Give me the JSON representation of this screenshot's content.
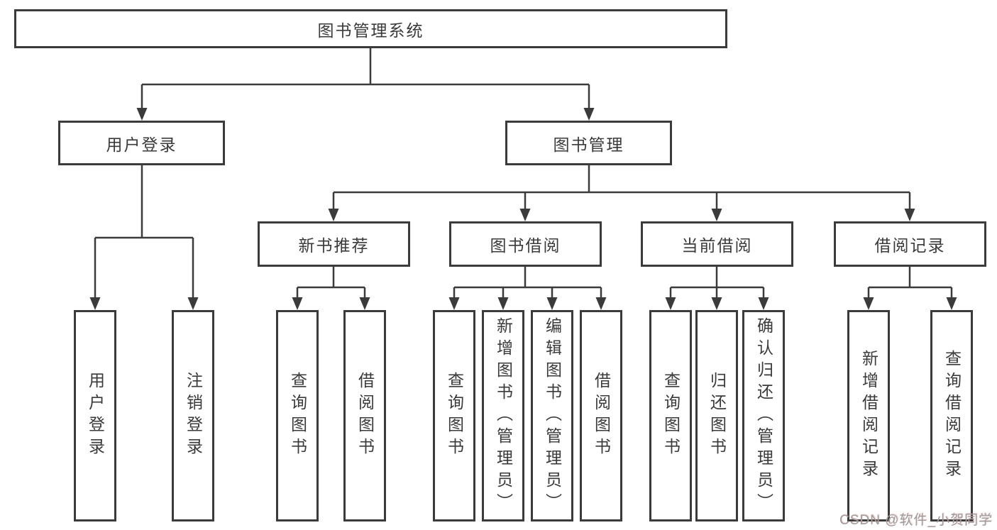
{
  "diagram": {
    "title": "图书管理系统",
    "root": {
      "label": "图书管理系统"
    },
    "level2": [
      {
        "label": "用户登录"
      },
      {
        "label": "图书管理"
      }
    ],
    "level3": [
      {
        "label": "新书推荐"
      },
      {
        "label": "图书借阅"
      },
      {
        "label": "当前借阅"
      },
      {
        "label": "借阅记录"
      }
    ],
    "leaves": {
      "login": [
        {
          "label": "用户登录"
        },
        {
          "label": "注销登录"
        }
      ],
      "newbook": [
        {
          "label": "查询图书"
        },
        {
          "label": "借阅图书"
        }
      ],
      "borrow": [
        {
          "label": "查询图书"
        },
        {
          "label": "新增图书（管理员）"
        },
        {
          "label": "编辑图书（管理员）"
        },
        {
          "label": "借阅图书"
        }
      ],
      "current": [
        {
          "label": "查询图书"
        },
        {
          "label": "归还图书"
        },
        {
          "label": "确认归还（管理员）"
        }
      ],
      "records": [
        {
          "label": "新增借阅记录"
        },
        {
          "label": "查询借阅记录"
        }
      ]
    },
    "watermark": "CSDN @软件_小贺同学",
    "colors": {
      "line": "#3b3b3b",
      "text": "#3a3a3a",
      "background": "#ffffff",
      "watermark": "#9d9d9d"
    }
  }
}
